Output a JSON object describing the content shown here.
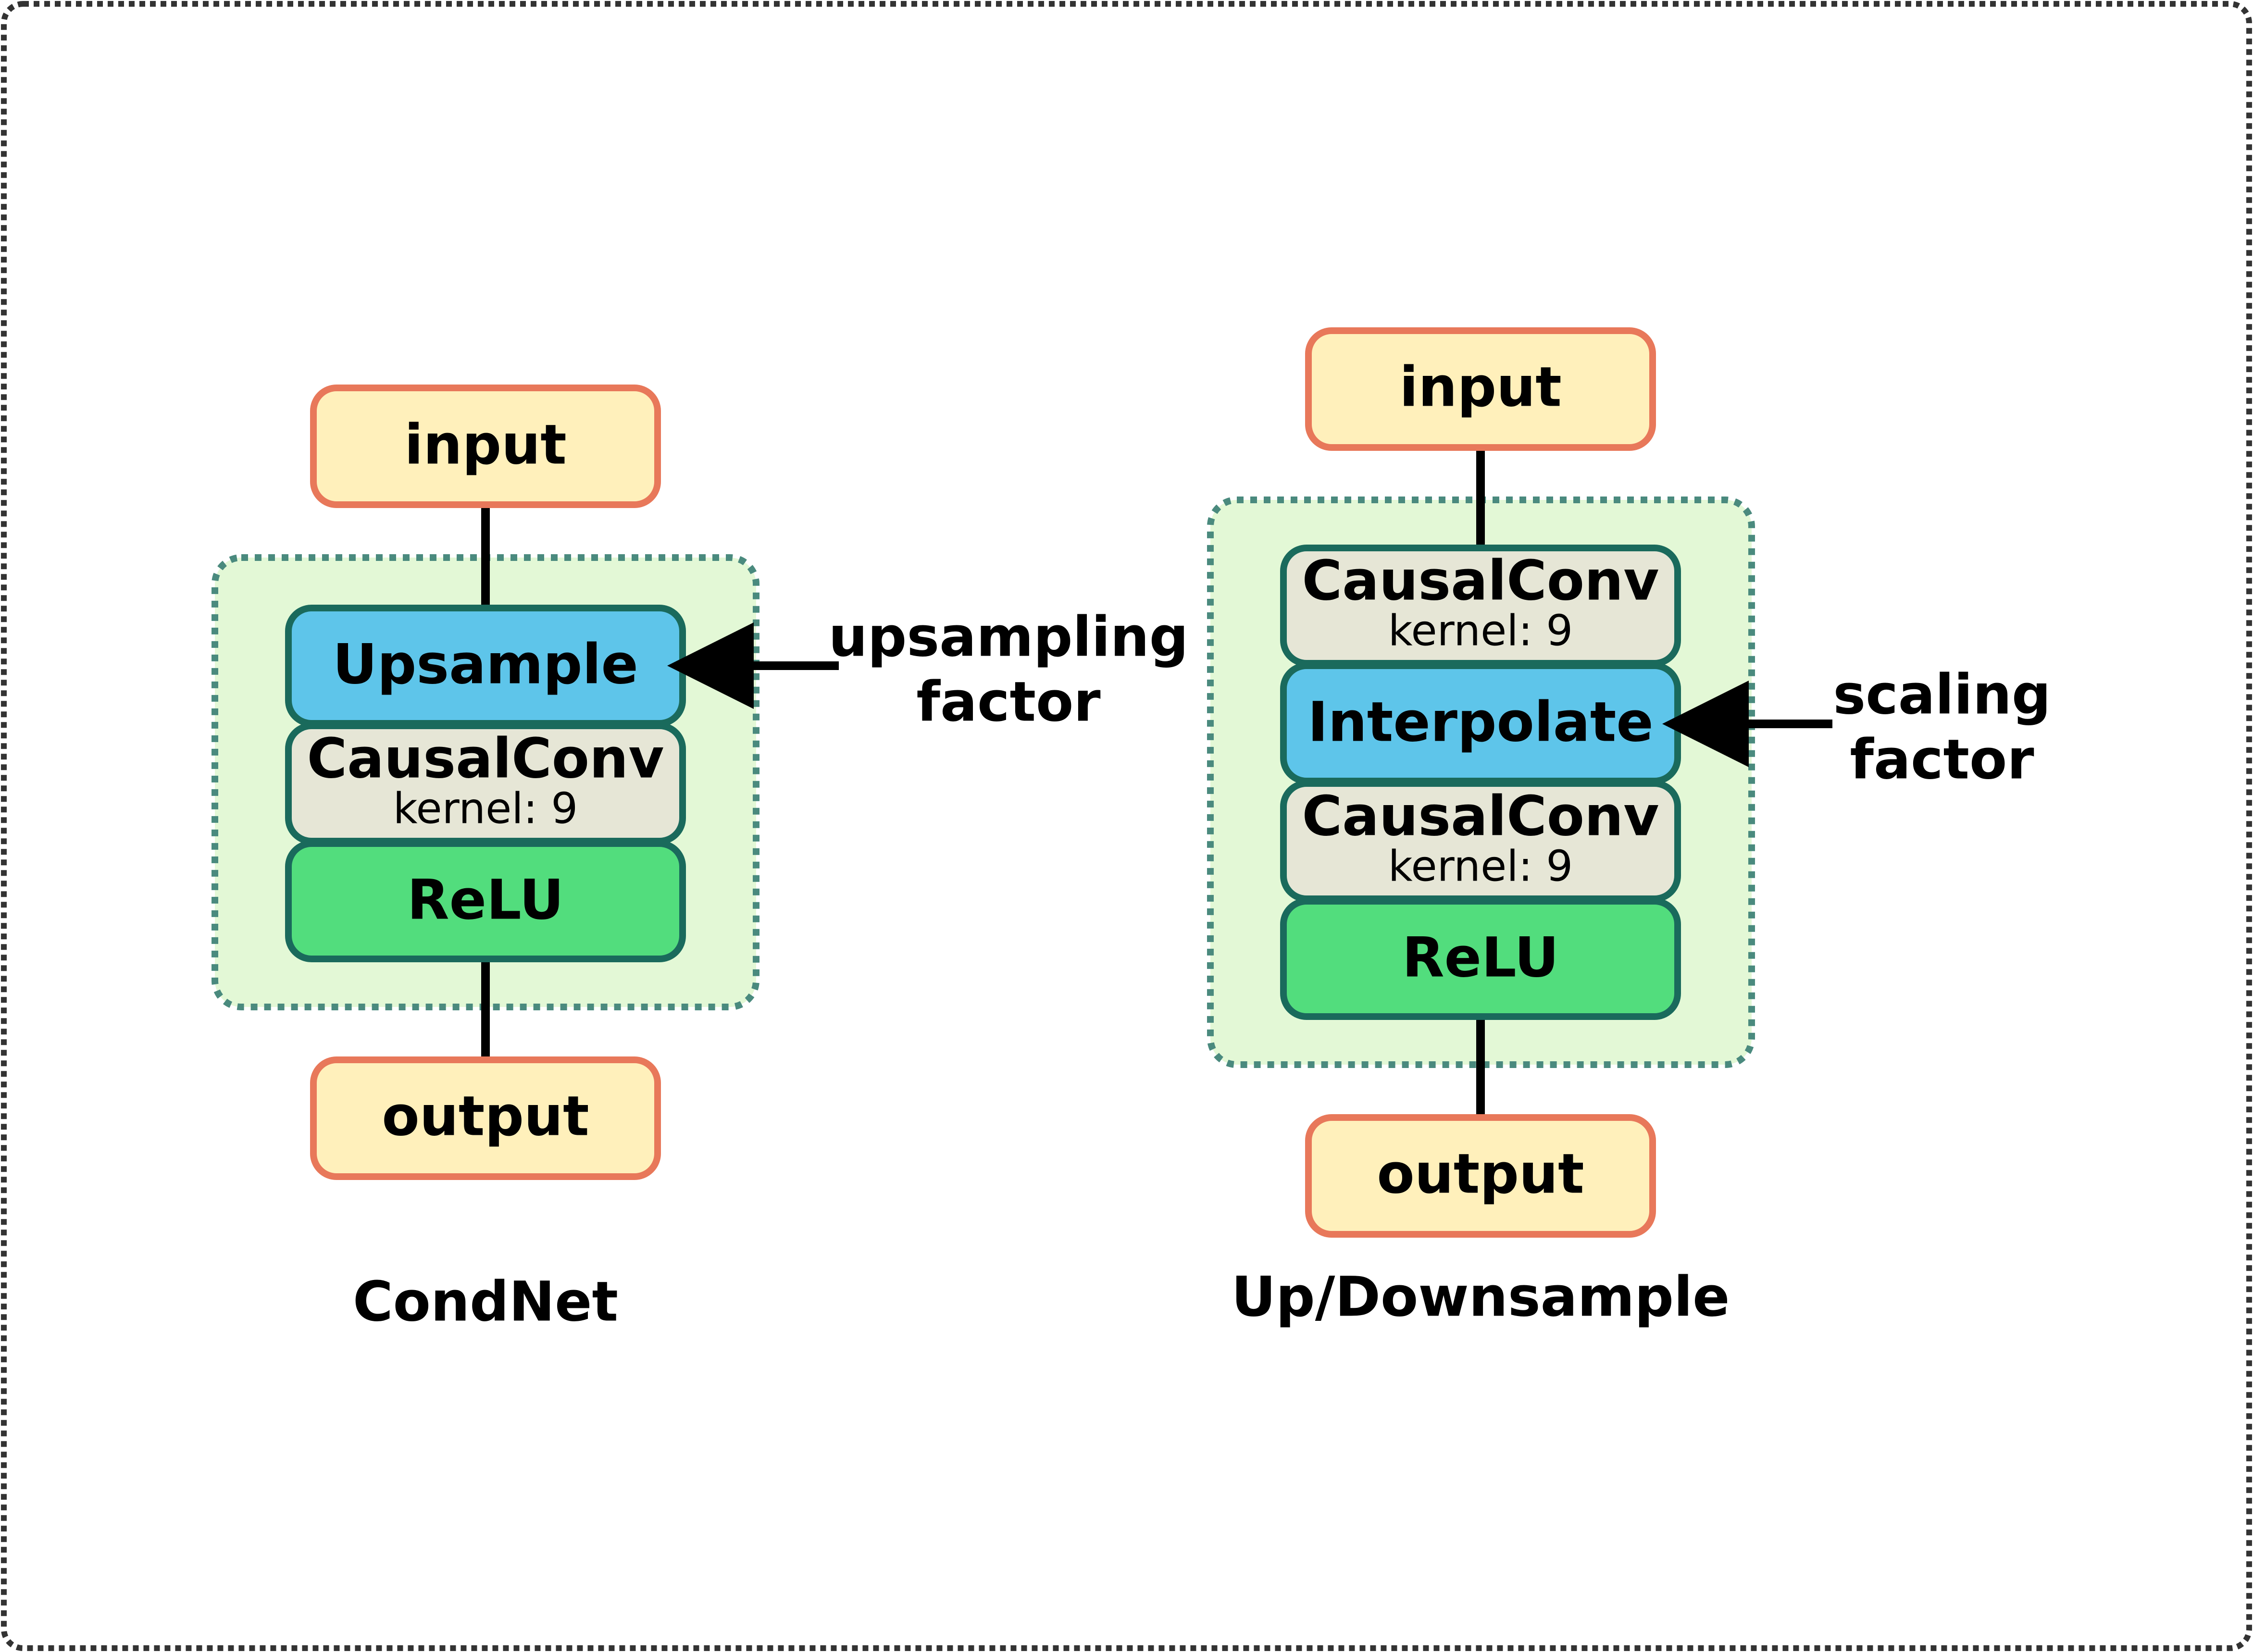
{
  "colors": {
    "io_fill": "#fff0bb",
    "io_stroke": "#e8785a",
    "group_fill": "#e3f8d6",
    "group_stroke": "#4a8a7e",
    "block_stroke": "#1a6a5c",
    "sample_fill": "#5ec5ea",
    "conv_fill": "#e6e6d6",
    "relu_fill": "#52dd7d",
    "frame_stroke": "#333333"
  },
  "condnet": {
    "input": "input",
    "upsample": "Upsample",
    "conv": "CausalConv",
    "conv_kernel": "kernel: 9",
    "relu": "ReLU",
    "output": "output",
    "side_line1": "upsampling",
    "side_line2": "factor",
    "caption": "CondNet"
  },
  "updown": {
    "input": "input",
    "conv1": "CausalConv",
    "conv1_kernel": "kernel: 9",
    "interpolate": "Interpolate",
    "conv2": "CausalConv",
    "conv2_kernel": "kernel: 9",
    "relu": "ReLU",
    "output": "output",
    "side_line1": "scaling",
    "side_line2": "factor",
    "caption": "Up/Downsample"
  }
}
